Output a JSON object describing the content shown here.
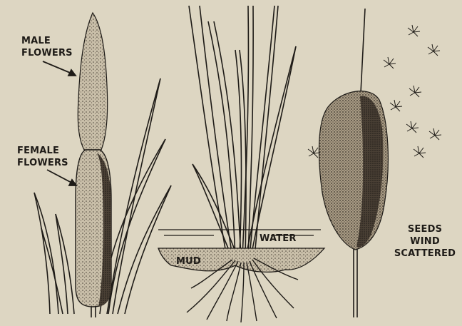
{
  "labels": {
    "male_flowers": [
      "MALE",
      "FLOWERS"
    ],
    "female_flowers": [
      "FEMALE",
      "FLOWERS"
    ],
    "water": "WATER",
    "mud": "MUD",
    "seeds": [
      "SEEDS",
      "WIND",
      "SCATTERED"
    ]
  },
  "colors": {
    "paper": "#ddd6c2",
    "ink": "#1e1b17",
    "stipple": "#3a332b"
  }
}
